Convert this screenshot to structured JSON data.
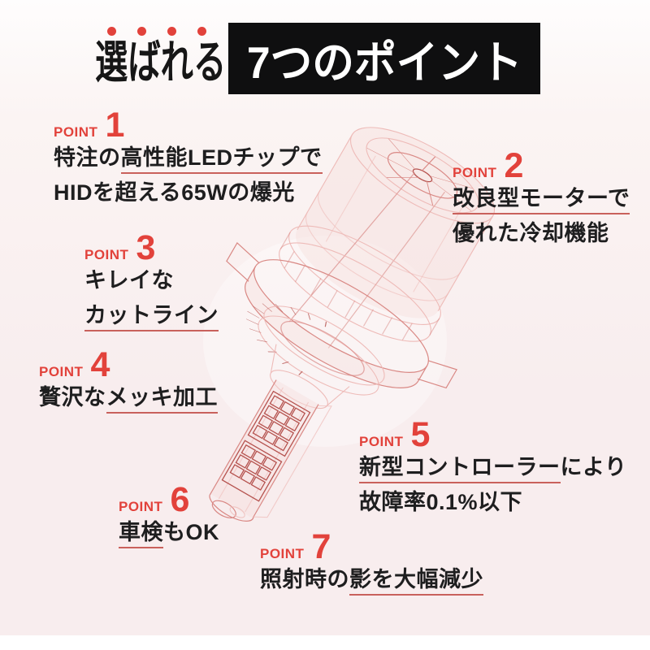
{
  "colors": {
    "accent": "#e2423b",
    "underline": "#c9615c",
    "text": "#1e1e1f",
    "banner_bg": "#0f0f10",
    "banner_fg": "#ffffff",
    "bg_top": "#fefdfd",
    "bg_bottom": "#f8edee",
    "wire_light": "#eebbb8",
    "wire_mid": "#d98884",
    "wire_dark": "#b5524e"
  },
  "header": {
    "script_title": "選ばれる",
    "banner_label": "7つのポイント",
    "dot_count": 4
  },
  "illustration": {
    "subject": "LED headlight bulb technical wireframe"
  },
  "points": [
    {
      "label": "POINT",
      "number": "1",
      "lines": [
        [
          {
            "text": "特注の"
          },
          {
            "text": "高性能LEDチップで",
            "underline": true
          }
        ],
        [
          {
            "text": "HIDを超える65Wの爆光"
          }
        ]
      ]
    },
    {
      "label": "POINT",
      "number": "2",
      "lines": [
        [
          {
            "text": "改良型モーターで",
            "underline": true
          }
        ],
        [
          {
            "text": "優れた冷却機能"
          }
        ]
      ]
    },
    {
      "label": "POINT",
      "number": "3",
      "lines": [
        [
          {
            "text": "キレイな"
          }
        ],
        [
          {
            "text": "カットライン",
            "underline": true
          }
        ]
      ]
    },
    {
      "label": "POINT",
      "number": "4",
      "lines": [
        [
          {
            "text": "贅沢な"
          },
          {
            "text": "メッキ加工",
            "underline": true
          }
        ]
      ]
    },
    {
      "label": "POINT",
      "number": "5",
      "lines": [
        [
          {
            "text": "新型コントローラー",
            "underline": true
          },
          {
            "text": "により"
          }
        ],
        [
          {
            "text": "故障率0.1%以下"
          }
        ]
      ]
    },
    {
      "label": "POINT",
      "number": "6",
      "lines": [
        [
          {
            "text": "車検",
            "underline": true
          },
          {
            "text": "もOK"
          }
        ]
      ]
    },
    {
      "label": "POINT",
      "number": "7",
      "lines": [
        [
          {
            "text": "照射時の"
          },
          {
            "text": "影を大幅減少",
            "underline": true
          }
        ]
      ]
    }
  ]
}
